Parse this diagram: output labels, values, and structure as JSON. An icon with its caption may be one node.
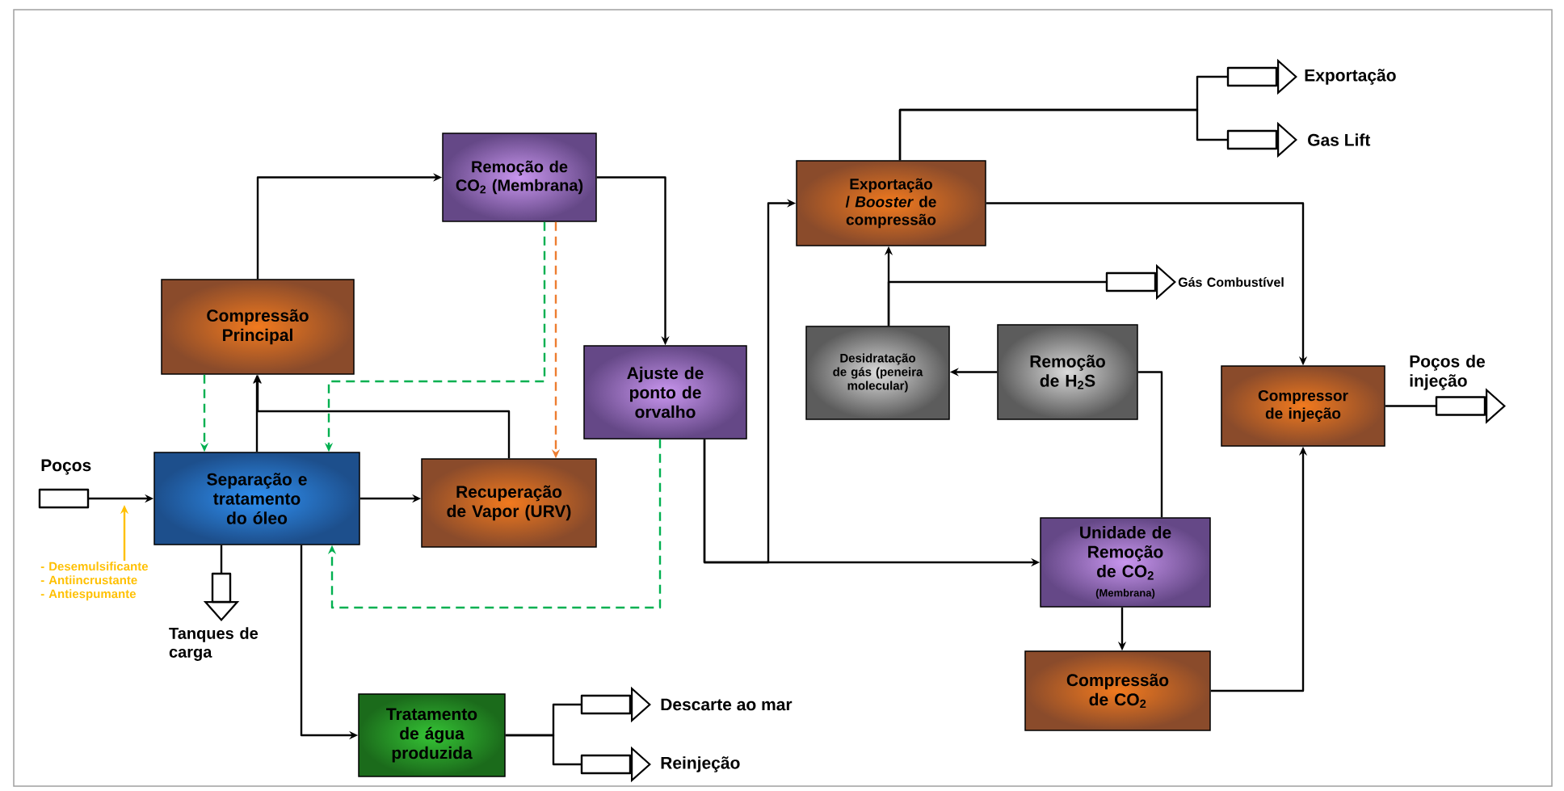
{
  "diagram": {
    "nodes": [
      {
        "text": [
          "Poços"
        ]
      },
      {
        "text": [
          "- Desemulsificante",
          "- Antiincrustante",
          "- Antiespumante"
        ]
      },
      {
        "text": [
          "Remoção de CO$_{2}$ (Membrana)"
        ]
      },
      {
        "text": [
          "Compressão Principal"
        ]
      },
      {
        "text": [
          "Separação e tratamento do óleo"
        ]
      },
      {
        "text": [
          "Recuperação de Vapor (URV)"
        ]
      },
      {
        "text": [
          "Ajuste de ponto de orvalho"
        ]
      },
      {
        "text": [
          "Tanques de carga"
        ]
      },
      {
        "text": [
          "Tratamento de água produzida"
        ]
      },
      {
        "text": [
          "Descarte ao mar"
        ]
      },
      {
        "text": [
          "Reinjeção"
        ]
      },
      {
        "text": [
          "Exportação / *Booster* de compressão"
        ]
      },
      {
        "text": [
          "Exportação"
        ]
      },
      {
        "text": [
          "Gas Lift"
        ]
      },
      {
        "text": [
          "Gás Combustível"
        ]
      },
      {
        "text": [
          "Desidratação de gás (peneira molecular)"
        ]
      },
      {
        "text": [
          "Remoção de H$_{2}$S"
        ]
      },
      {
        "text": [
          "Compressor de injeção"
        ]
      },
      {
        "text": [
          "Poços de injeção"
        ]
      },
      {
        "text": [
          "Unidade de Remoção de CO$_{2}$",
          "(Membrana)"
        ]
      },
      {
        "text": [
          "Compressão de CO$_{2}$"
        ]
      }
    ],
    "edges": [
      {
        "from": 0,
        "to": 4,
        "arrow": "to"
      },
      {
        "from": 1,
        "to": null,
        "arrow": "to",
        "color": "#ffc000"
      },
      {
        "from": 4,
        "to": 3,
        "arrow": "to"
      },
      {
        "from": 3,
        "to": 2,
        "arrow": "to"
      },
      {
        "from": 2,
        "to": 6,
        "arrow": "to"
      },
      {
        "from": 4,
        "to": 5,
        "arrow": "to"
      },
      {
        "from": 5,
        "to": 3,
        "arrow": "to"
      },
      {
        "from": 3,
        "to": 4,
        "arrow": "to",
        "style": "dashed",
        "color": "#00b050"
      },
      {
        "from": 2,
        "to": 4,
        "arrow": "to",
        "style": "dashed",
        "color": "#00b050"
      },
      {
        "from": 2,
        "to": 5,
        "arrow": "to",
        "style": "dashed",
        "color": "#ed7d31"
      },
      {
        "from": 6,
        "to": 4,
        "arrow": "to",
        "style": "dashed",
        "color": "#00b050"
      },
      {
        "from": 4,
        "to": 7,
        "arrow": "to"
      },
      {
        "from": 4,
        "to": 8,
        "arrow": "to"
      },
      {
        "from": 8,
        "to": 9,
        "arrow": "to"
      },
      {
        "from": 8,
        "to": 10,
        "arrow": "to"
      },
      {
        "from": 6,
        "to": 19,
        "arrow": "to"
      },
      {
        "from": 6,
        "to": 11,
        "arrow": "to"
      },
      {
        "from": 11,
        "to": 12,
        "arrow": "to"
      },
      {
        "from": 11,
        "to": 13,
        "arrow": "to"
      },
      {
        "from": 11,
        "to": 17,
        "arrow": "to"
      },
      {
        "from": 15,
        "to": 11,
        "arrow": "to"
      },
      {
        "from": 15,
        "to": 14,
        "arrow": "to"
      },
      {
        "from": 16,
        "to": 15,
        "arrow": "to"
      },
      {
        "from": 19,
        "to": 16,
        "arrow": "none"
      },
      {
        "from": 19,
        "to": 20,
        "arrow": "to"
      },
      {
        "from": 20,
        "to": 17,
        "arrow": "to"
      },
      {
        "from": 17,
        "to": 18,
        "arrow": "to"
      }
    ]
  }
}
